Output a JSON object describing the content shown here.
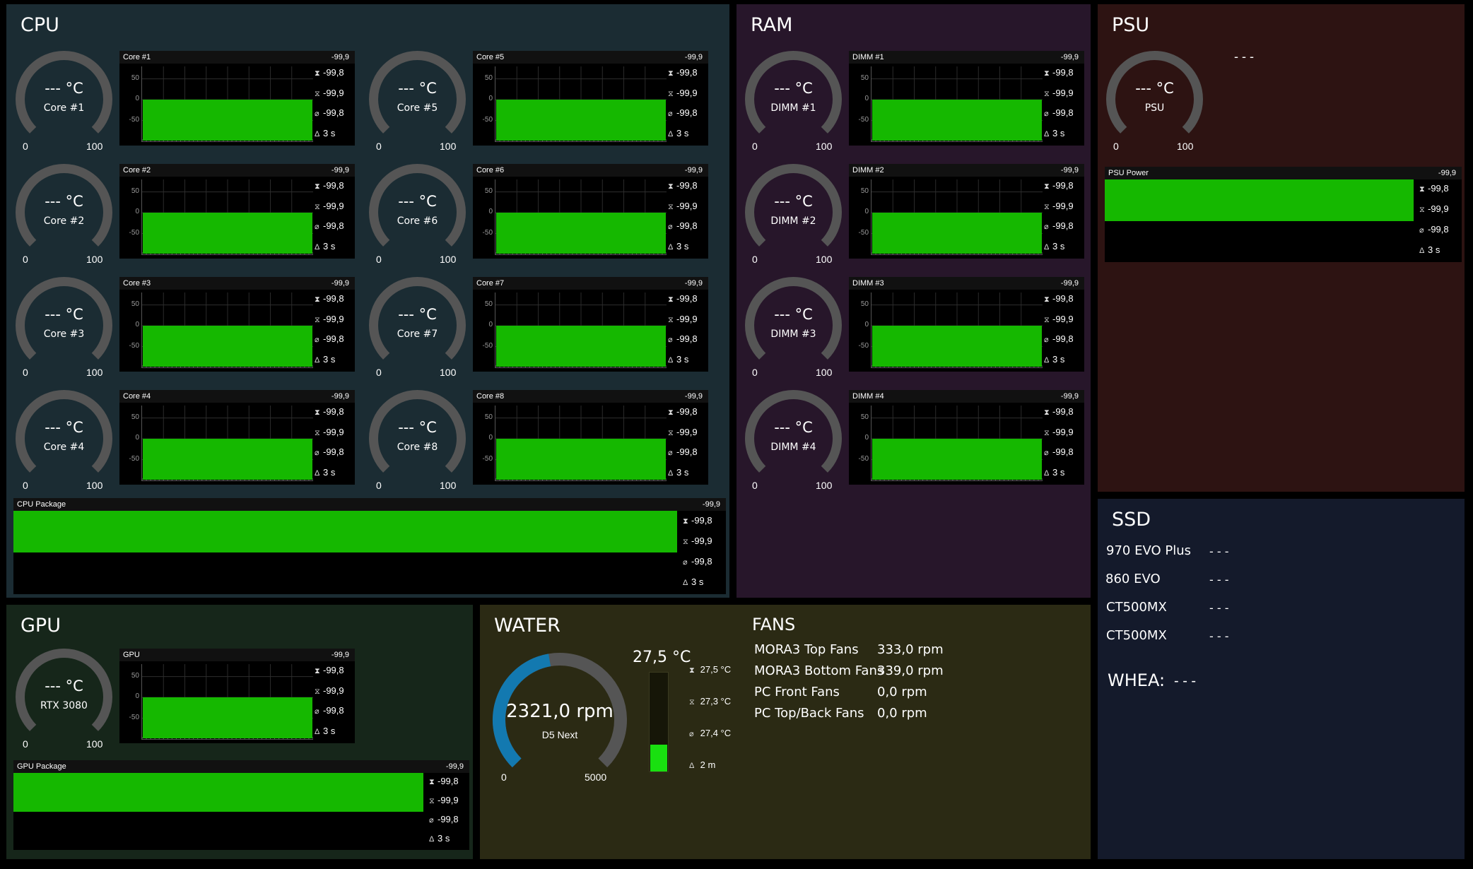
{
  "gauge_scale": {
    "min": "0",
    "max": "100"
  },
  "placeholder_value": "- - -",
  "cpu": {
    "title": "CPU",
    "cores": [
      {
        "gauge_temp": "--- °C",
        "gauge_name": "Core #1",
        "chart_title": "Core #1",
        "current": "-99,9",
        "max": "-99,8",
        "min": "-99,9",
        "avg": "-99,8",
        "interval": "3 s"
      },
      {
        "gauge_temp": "--- °C",
        "gauge_name": "Core #2",
        "chart_title": "Core #2",
        "current": "-99,9",
        "max": "-99,8",
        "min": "-99,9",
        "avg": "-99,8",
        "interval": "3 s"
      },
      {
        "gauge_temp": "--- °C",
        "gauge_name": "Core #3",
        "chart_title": "Core #3",
        "current": "-99,9",
        "max": "-99,8",
        "min": "-99,9",
        "avg": "-99,8",
        "interval": "3 s"
      },
      {
        "gauge_temp": "--- °C",
        "gauge_name": "Core #4",
        "chart_title": "Core #4",
        "current": "-99,9",
        "max": "-99,8",
        "min": "-99,9",
        "avg": "-99,8",
        "interval": "3 s"
      },
      {
        "gauge_temp": "--- °C",
        "gauge_name": "Core #5",
        "chart_title": "Core #5",
        "current": "-99,9",
        "max": "-99,8",
        "min": "-99,9",
        "avg": "-99,8",
        "interval": "3 s"
      },
      {
        "gauge_temp": "--- °C",
        "gauge_name": "Core #6",
        "chart_title": "Core #6",
        "current": "-99,9",
        "max": "-99,8",
        "min": "-99,9",
        "avg": "-99,8",
        "interval": "3 s"
      },
      {
        "gauge_temp": "--- °C",
        "gauge_name": "Core #7",
        "chart_title": "Core #7",
        "current": "-99,9",
        "max": "-99,8",
        "min": "-99,9",
        "avg": "-99,8",
        "interval": "3 s"
      },
      {
        "gauge_temp": "--- °C",
        "gauge_name": "Core #8",
        "chart_title": "Core #8",
        "current": "-99,9",
        "max": "-99,8",
        "min": "-99,9",
        "avg": "-99,8",
        "interval": "3 s"
      }
    ],
    "package": {
      "chart_title": "CPU Package",
      "current": "-99,9",
      "max": "-99,8",
      "min": "-99,9",
      "avg": "-99,8",
      "interval": "3 s"
    }
  },
  "ram": {
    "title": "RAM",
    "dimms": [
      {
        "gauge_temp": "--- °C",
        "gauge_name": "DIMM #1",
        "chart_title": "DIMM #1",
        "current": "-99,9",
        "max": "-99,8",
        "min": "-99,9",
        "avg": "-99,8",
        "interval": "3 s"
      },
      {
        "gauge_temp": "--- °C",
        "gauge_name": "DIMM #2",
        "chart_title": "DIMM #2",
        "current": "-99,9",
        "max": "-99,8",
        "min": "-99,9",
        "avg": "-99,8",
        "interval": "3 s"
      },
      {
        "gauge_temp": "--- °C",
        "gauge_name": "DIMM #3",
        "chart_title": "DIMM #3",
        "current": "-99,9",
        "max": "-99,8",
        "min": "-99,9",
        "avg": "-99,8",
        "interval": "3 s"
      },
      {
        "gauge_temp": "--- °C",
        "gauge_name": "DIMM #4",
        "chart_title": "DIMM #4",
        "current": "-99,9",
        "max": "-99,8",
        "min": "-99,9",
        "avg": "-99,8",
        "interval": "3 s"
      }
    ]
  },
  "psu": {
    "title": "PSU",
    "gauge_temp": "--- °C",
    "gauge_name": "PSU",
    "status": "- - -",
    "power": {
      "chart_title": "PSU Power",
      "current": "-99,9",
      "max": "-99,8",
      "min": "-99,9",
      "avg": "-99,8",
      "interval": "3 s"
    }
  },
  "ssd": {
    "title": "SSD",
    "drives": [
      {
        "name": "970 EVO Plus",
        "value": "- - -"
      },
      {
        "name": "860 EVO",
        "value": "- - -"
      },
      {
        "name": "CT500MX",
        "value": "- - -"
      },
      {
        "name": "CT500MX",
        "value": "- - -"
      }
    ],
    "whea_label": "WHEA:",
    "whea_value": "- - -"
  },
  "gpu": {
    "title": "GPU",
    "gauge_temp": "--- °C",
    "gauge_name": "RTX 3080",
    "chart": {
      "chart_title": "GPU",
      "current": "-99,9",
      "max": "-99,8",
      "min": "-99,9",
      "avg": "-99,8",
      "interval": "3 s"
    },
    "package": {
      "chart_title": "GPU Package",
      "current": "-99,9",
      "max": "-99,8",
      "min": "-99,9",
      "avg": "-99,8",
      "interval": "3 s"
    }
  },
  "water": {
    "title": "WATER",
    "pump_value": "2321,0 rpm",
    "pump_name": "D5 Next",
    "pump_min": "0",
    "pump_max": "5000",
    "pump_fraction": 0.4642,
    "temp": "27,5 °C",
    "temp_max": "27,5 °C",
    "temp_min": "27,3 °C",
    "temp_avg": "27,4 °C",
    "interval": "2 m",
    "level_fraction": 0.27
  },
  "fans": {
    "title": "FANS",
    "items": [
      {
        "name": "MORA3 Top Fans",
        "value": "333,0 rpm"
      },
      {
        "name": "MORA3 Bottom Fans",
        "value": "339,0 rpm"
      },
      {
        "name": "PC Front Fans",
        "value": "0,0 rpm"
      },
      {
        "name": "PC Top/Back Fans",
        "value": "0,0 rpm"
      }
    ]
  },
  "chart_axis": {
    "ticks": [
      "50",
      "0",
      "-50"
    ],
    "range": [
      -100,
      80
    ]
  },
  "icons": {
    "max": "max-arrow-icon",
    "min": "min-arrow-icon",
    "avg": "average-icon",
    "interval": "delta-time-icon"
  },
  "colors": {
    "cpu_bg": "#1b2c33",
    "ram_bg": "#27162a",
    "psu_bg": "#2d1312",
    "ssd_bg": "#141a2b",
    "gpu_bg": "#16261a",
    "water_bg": "#2b2a14",
    "bar": "#15b800",
    "gauge_track": "#555555",
    "pump_arc": "#1379b0",
    "level": "#19e010"
  }
}
